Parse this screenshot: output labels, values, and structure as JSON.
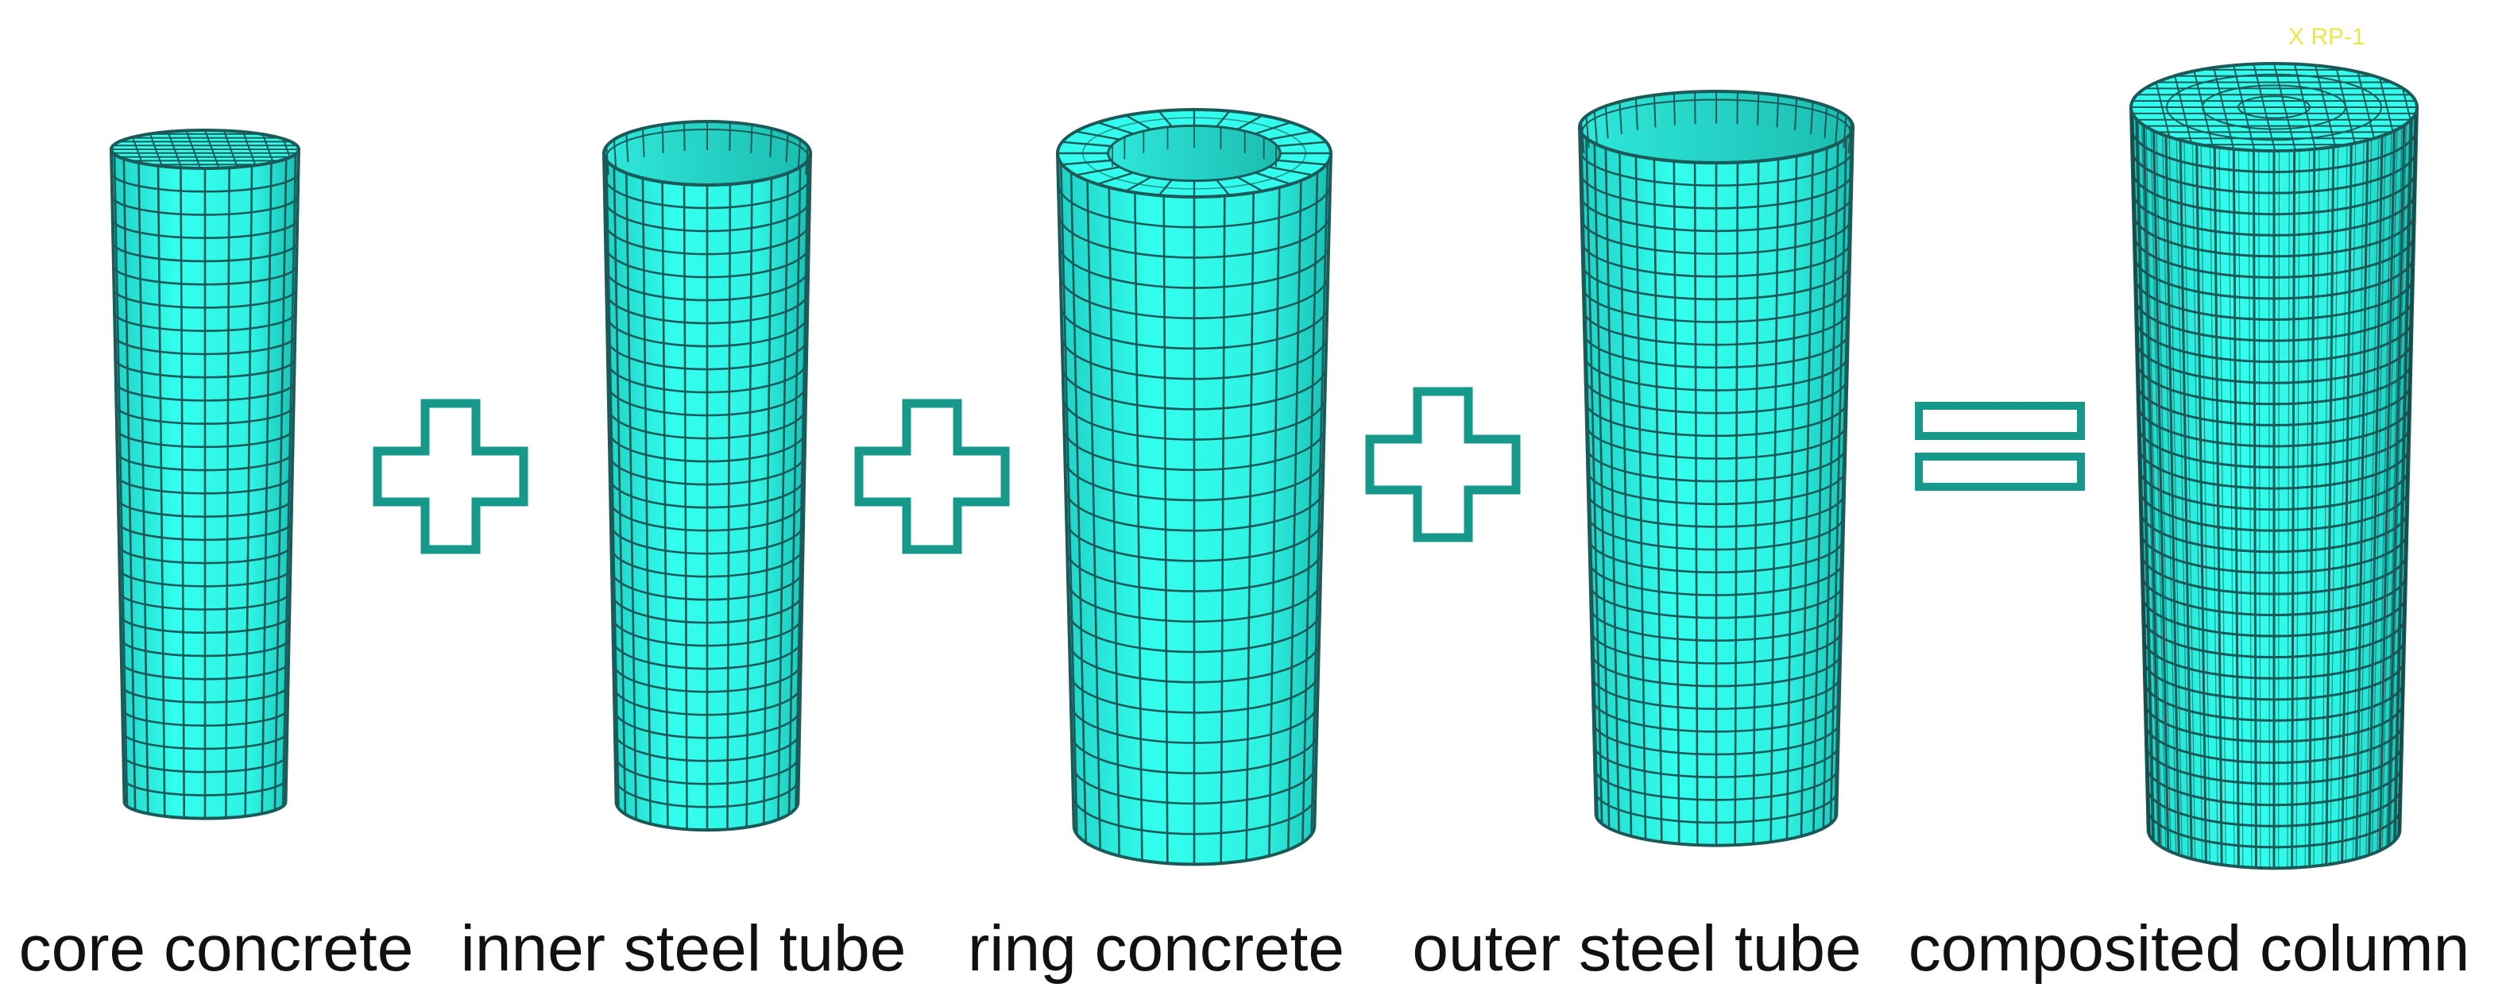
{
  "components": [
    {
      "id": "core",
      "label": "core concrete"
    },
    {
      "id": "inner",
      "label": "inner steel tube"
    },
    {
      "id": "ring",
      "label": "ring concrete"
    },
    {
      "id": "outer",
      "label": "outer steel tube"
    },
    {
      "id": "composite",
      "label": "composited column"
    }
  ],
  "operators": [
    "+",
    "+",
    "+",
    "="
  ],
  "reference_point_label": "X RP-1",
  "colors": {
    "mesh_fill": "#33ffee",
    "mesh_fill_dark": "#1fd6c8",
    "mesh_line": "#1b5a58",
    "operator": "#16998a",
    "label_text": "#111111"
  }
}
